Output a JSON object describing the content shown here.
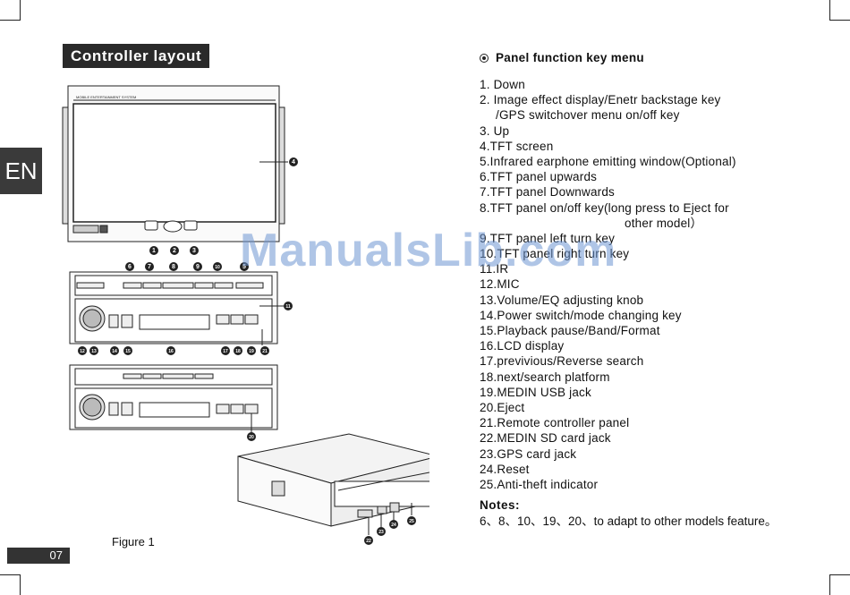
{
  "section_title": "Controller layout",
  "language_tab": "EN",
  "page_number": "07",
  "figure_caption": "Figure 1",
  "watermark": "ManualsLib.com",
  "key_menu": {
    "header": "Panel function key menu",
    "items": [
      "1. Down",
      "2. Image effect display/Enetr backstage key",
      "/GPS switchover menu on/off key",
      "3. Up",
      "4.TFT screen",
      "5.Infrared earphone emitting window(Optional)",
      "6.TFT panel upwards",
      "7.TFT panel Downwards",
      "8.TFT panel on/off key(long press to Eject for",
      "other model）",
      "9.TFT panel left turn key",
      "10.TFT panel right turn key",
      "11.IR",
      "12.MIC",
      "13.Volume/EQ adjusting knob",
      "14.Power switch/mode changing key",
      "15.Playback pause/Band/Format",
      "16.LCD display",
      "17.previvious/Reverse search",
      "18.next/search platform",
      "19.MEDIN USB jack",
      "20.Eject",
      "21.Remote controller panel",
      "22.MEDIN SD card jack",
      "23.GPS card jack",
      "24.Reset",
      "25.Anti-theft indicator"
    ]
  },
  "notes": {
    "title": "Notes:",
    "text": "6、8、10、19、20、to adapt to other models feature。"
  },
  "figure": {
    "screen_header_left": "MOBILE ENTERTAINMENT SYSTEM",
    "callouts": [
      "1",
      "2",
      "3",
      "4",
      "5",
      "6",
      "7",
      "8",
      "9",
      "10",
      "11",
      "12",
      "13",
      "14",
      "15",
      "16",
      "17",
      "18",
      "19",
      "20",
      "21",
      "22",
      "23",
      "24",
      "25"
    ]
  }
}
